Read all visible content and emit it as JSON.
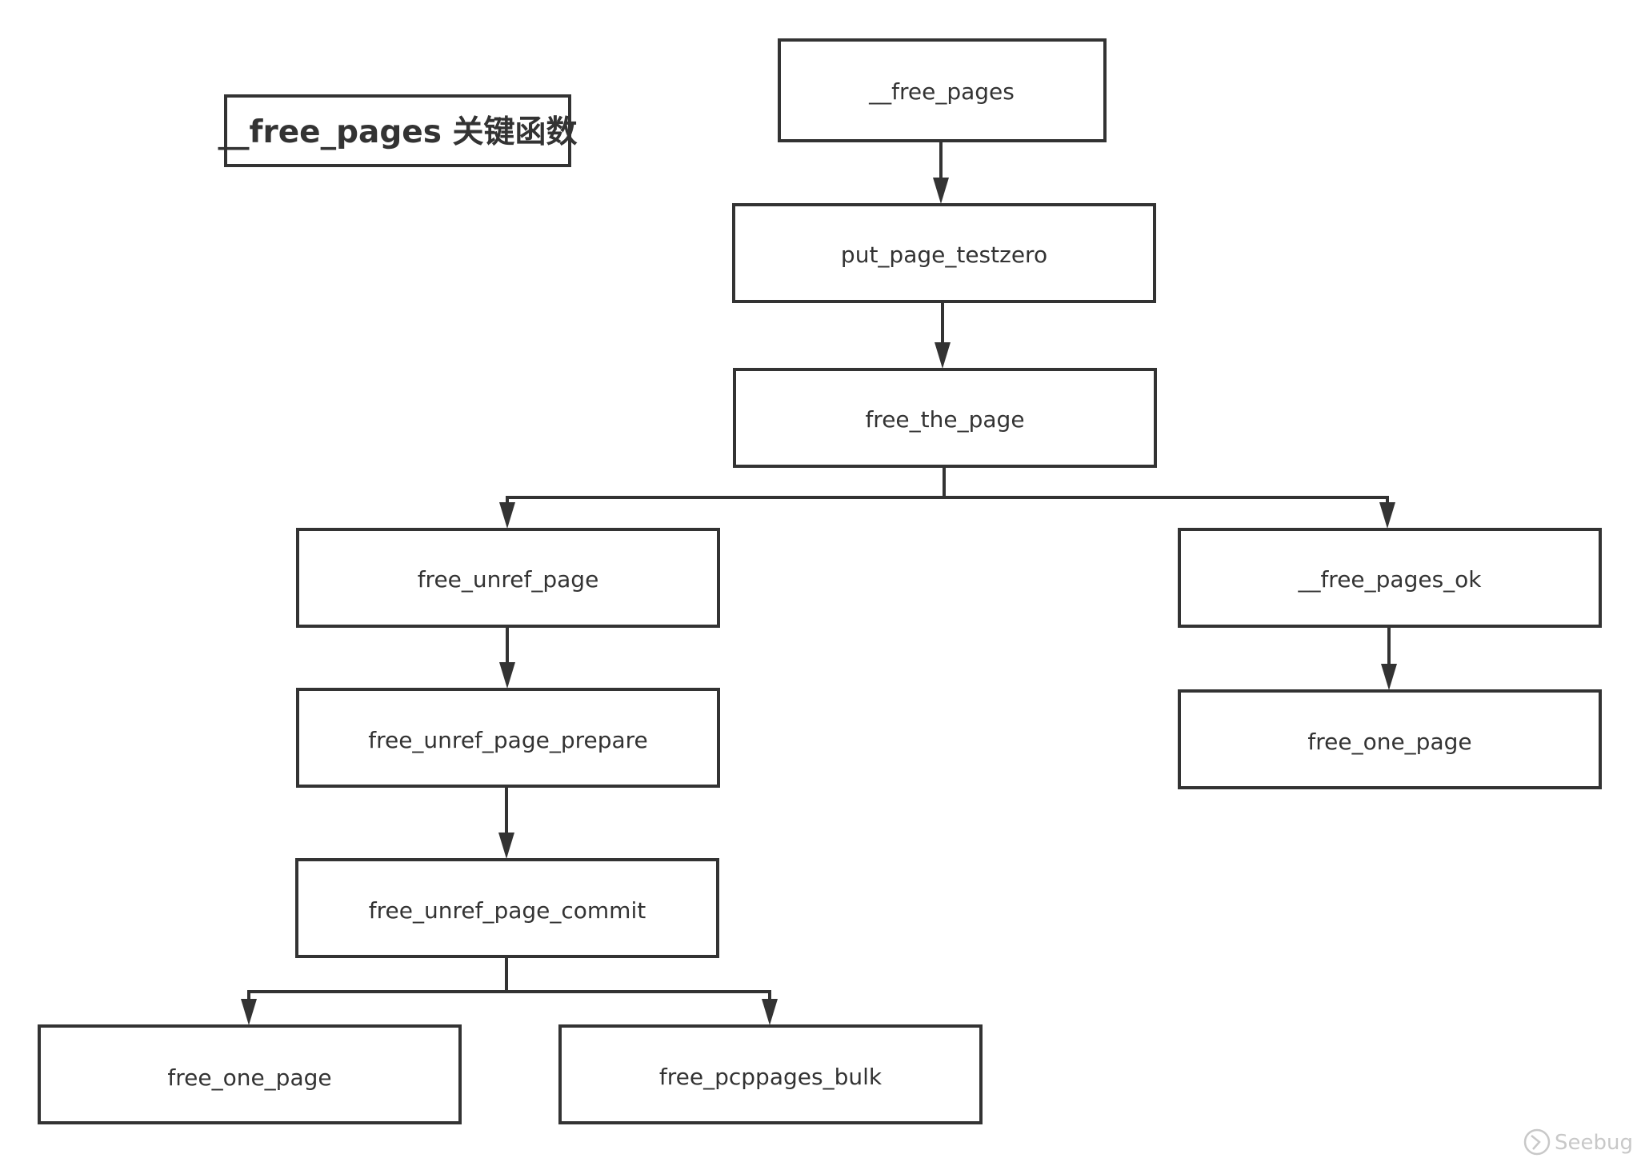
{
  "title": "__free_pages 关键函数",
  "nodes": {
    "free_pages": "__free_pages",
    "put_page_testzero": "put_page_testzero",
    "free_the_page": "free_the_page",
    "free_unref_page": "free_unref_page",
    "free_unref_page_prepare": "free_unref_page_prepare",
    "free_unref_page_commit": "free_unref_page_commit",
    "free_one_page_left": "free_one_page",
    "free_pcppages_bulk": "free_pcppages_bulk",
    "free_pages_ok": "__free_pages_ok",
    "free_one_page_right": "free_one_page"
  },
  "edges": [
    [
      "free_pages",
      "put_page_testzero"
    ],
    [
      "put_page_testzero",
      "free_the_page"
    ],
    [
      "free_the_page",
      "free_unref_page"
    ],
    [
      "free_the_page",
      "free_pages_ok"
    ],
    [
      "free_unref_page",
      "free_unref_page_prepare"
    ],
    [
      "free_unref_page_prepare",
      "free_unref_page_commit"
    ],
    [
      "free_unref_page_commit",
      "free_one_page_left"
    ],
    [
      "free_unref_page_commit",
      "free_pcppages_bulk"
    ],
    [
      "free_pages_ok",
      "free_one_page_right"
    ]
  ],
  "watermark": {
    "text": "Seebug",
    "icon": "seebug-logo-icon"
  },
  "colors": {
    "stroke": "#333333",
    "text": "#333333",
    "background": "#ffffff",
    "watermark": "#c8c8c8"
  }
}
